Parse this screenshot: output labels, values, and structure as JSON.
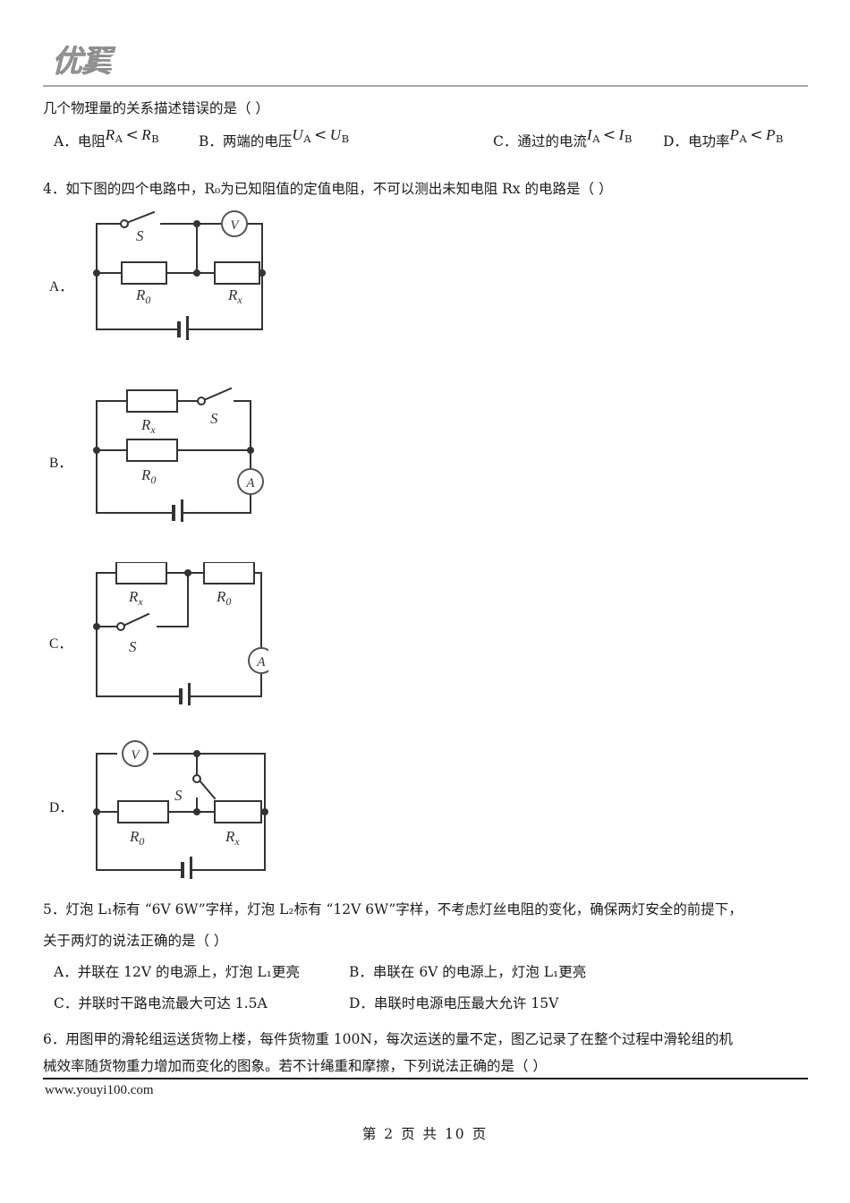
{
  "header": {
    "logo_text": "优翼"
  },
  "content": {
    "q3_stem_tail": "几个物理量的关系描述错误的是（    ）",
    "q3_options": [
      {
        "letter": "A．",
        "label": "电阻",
        "formula_left": "R",
        "formula_left_sub": "A",
        "rel": "<",
        "formula_right": "R",
        "formula_right_sub": "B"
      },
      {
        "letter": "B．",
        "label": "两端的电压",
        "formula_left": "U",
        "formula_left_sub": "A",
        "rel": "<",
        "formula_right": "U",
        "formula_right_sub": "B"
      },
      {
        "letter": "C．",
        "label": "通过的电流",
        "formula_left": "I",
        "formula_left_sub": "A",
        "rel": "<",
        "formula_right": "I",
        "formula_right_sub": "B"
      },
      {
        "letter": "D．",
        "label": "电功率",
        "formula_left": "P",
        "formula_left_sub": "A",
        "rel": "<",
        "formula_right": "P",
        "formula_right_sub": "B"
      }
    ],
    "q4_stem": "4．如下图的四个电路中，R₀为已知阻值的定值电阻，不可以测出未知电阻 Rx 的电路是（      ）",
    "q4_option_letters": [
      "A．",
      "B．",
      "C．",
      "D．"
    ],
    "q5_stem_line1": "5．灯泡 L₁标有 “6V 6W”字样，灯泡 L₂标有 “12V 6W”字样，不考虑灯丝电阻的变化，确保两灯安全的前提下，",
    "q5_stem_line2": "关于两灯的说法正确的是（      ）",
    "q5_options": [
      "A．并联在 12V 的电源上，灯泡 L₁更亮",
      "B．串联在 6V 的电源上，灯泡 L₁更亮",
      "C．并联时干路电流最大可达 1.5A",
      "D．串联时电源电压最大允许 15V"
    ],
    "q6_stem_line1": "6．用图甲的滑轮组运送货物上楼，每件货物重 100N，每次运送的量不定，图乙记录了在整个过程中滑轮组的机",
    "q6_stem_line2": "械效率随货物重力增加而变化的图象。若不计绳重和摩擦，下列说法正确的是（      ）",
    "circuit_labels": {
      "switch": "S",
      "r0": "R",
      "r0_sub": "0",
      "rx": "R",
      "rx_sub": "x",
      "voltmeter": "V",
      "ammeter": "A"
    }
  },
  "footer": {
    "url": "www.youyi100.com",
    "page_info": "第 2 页 共 10 页"
  }
}
